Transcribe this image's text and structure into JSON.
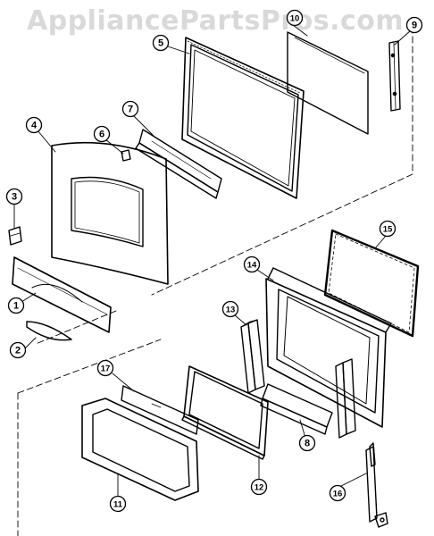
{
  "watermark": "AppliancePartsPros.com",
  "ink": "#000000",
  "callouts": [
    {
      "id": "c1",
      "label": "1"
    },
    {
      "id": "c2",
      "label": "2"
    },
    {
      "id": "c3",
      "label": "3"
    },
    {
      "id": "c4",
      "label": "4"
    },
    {
      "id": "c5",
      "label": "5"
    },
    {
      "id": "c6",
      "label": "6"
    },
    {
      "id": "c7",
      "label": "7"
    },
    {
      "id": "c8",
      "label": "8"
    },
    {
      "id": "c9",
      "label": "9"
    },
    {
      "id": "c10",
      "label": "10"
    },
    {
      "id": "c11",
      "label": "11"
    },
    {
      "id": "c12",
      "label": "12"
    },
    {
      "id": "c13",
      "label": "13"
    },
    {
      "id": "c14",
      "label": "14"
    },
    {
      "id": "c15",
      "label": "15"
    },
    {
      "id": "c16",
      "label": "16"
    },
    {
      "id": "c17",
      "label": "17"
    }
  ]
}
